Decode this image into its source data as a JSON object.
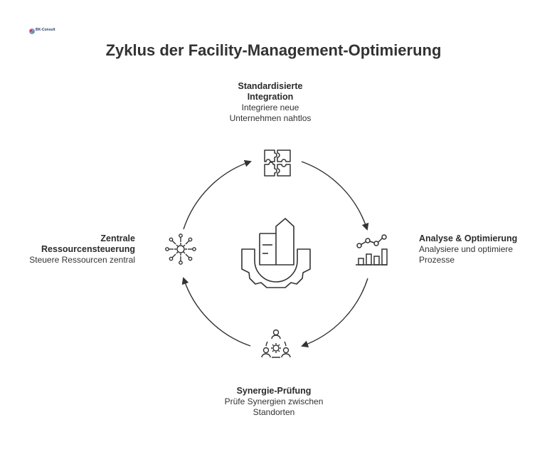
{
  "logo": {
    "text": "BK-Consult"
  },
  "title": "Zyklus der Facility-Management-Optimierung",
  "center": {
    "icon": "building-gear-icon"
  },
  "steps": [
    {
      "title_lines": [
        "Standardisierte",
        "Integration"
      ],
      "desc_lines": [
        "Integriere neue",
        "Unternehmen nahtlos"
      ],
      "icon": "puzzle-icon"
    },
    {
      "title_lines": [
        "Analyse & Optimierung"
      ],
      "desc_lines": [
        "Analysiere und optimiere",
        "Prozesse"
      ],
      "icon": "bar-chart-trend-icon"
    },
    {
      "title_lines": [
        "Synergie-Prüfung"
      ],
      "desc_lines": [
        "Prüfe Synergien zwischen",
        "Standorten"
      ],
      "icon": "team-gear-icon"
    },
    {
      "title_lines": [
        "Zentrale",
        "Ressourcensteuerung"
      ],
      "desc_lines": [
        "Steuere Ressourcen zentral"
      ],
      "icon": "network-gear-icon"
    }
  ]
}
